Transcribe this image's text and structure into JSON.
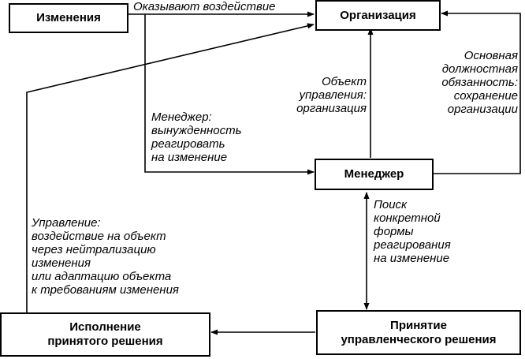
{
  "nodes": {
    "changes": "Изменения",
    "organization": "Организация",
    "manager": "Менеджер",
    "decision": [
      "Принятие",
      "управленческого решения"
    ],
    "execution": [
      "Исполнение",
      "принятого решения"
    ]
  },
  "labels": {
    "influence": "Оказывают воздействие",
    "managed_object": [
      "Объект",
      "управления:",
      "организация"
    ],
    "main_duty": [
      "Основная",
      "должностная",
      "обязанность:",
      "сохранение",
      "организации"
    ],
    "manager_need": [
      "Менеджер:",
      "вынужденность",
      "реагировать",
      "на изменение"
    ],
    "search_form": [
      "Поиск",
      "конкретной",
      "формы",
      "реагирования",
      "на изменение"
    ],
    "management": [
      "Управление:",
      "воздействие  на объект",
      "через  нейтрализацию",
      "изменения",
      "или адаптацию объекта",
      "к требованиям изменения"
    ]
  }
}
